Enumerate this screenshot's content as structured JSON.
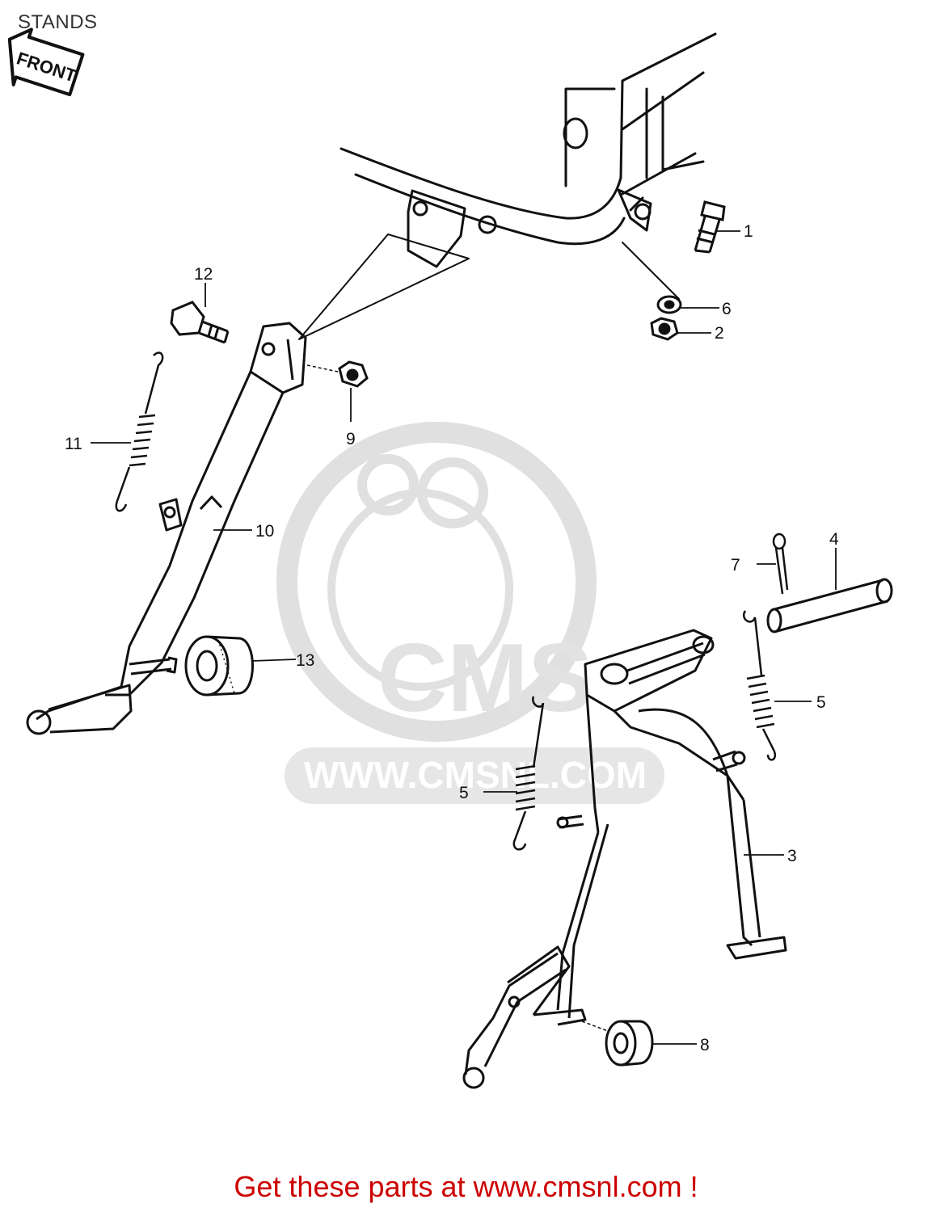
{
  "header": {
    "title": "STANDS"
  },
  "front_arrow": {
    "label": "FRONT"
  },
  "watermark": {
    "brand": "CMS",
    "url": "WWW.CMSNL.COM"
  },
  "callouts": [
    {
      "id": "callout-1",
      "label": "1"
    },
    {
      "id": "callout-2",
      "label": "2"
    },
    {
      "id": "callout-3",
      "label": "3"
    },
    {
      "id": "callout-4",
      "label": "4"
    },
    {
      "id": "callout-5a",
      "label": "5"
    },
    {
      "id": "callout-5b",
      "label": "5"
    },
    {
      "id": "callout-6",
      "label": "6"
    },
    {
      "id": "callout-7",
      "label": "7"
    },
    {
      "id": "callout-8",
      "label": "8"
    },
    {
      "id": "callout-9",
      "label": "9"
    },
    {
      "id": "callout-10",
      "label": "10"
    },
    {
      "id": "callout-11",
      "label": "11"
    },
    {
      "id": "callout-12",
      "label": "12"
    },
    {
      "id": "callout-13",
      "label": "13"
    }
  ],
  "footer": {
    "text": "Get these parts at www.cmsnl.com !"
  },
  "colors": {
    "line": "#111111",
    "watermark": "#e4e4e4",
    "footer": "#cc0000"
  }
}
